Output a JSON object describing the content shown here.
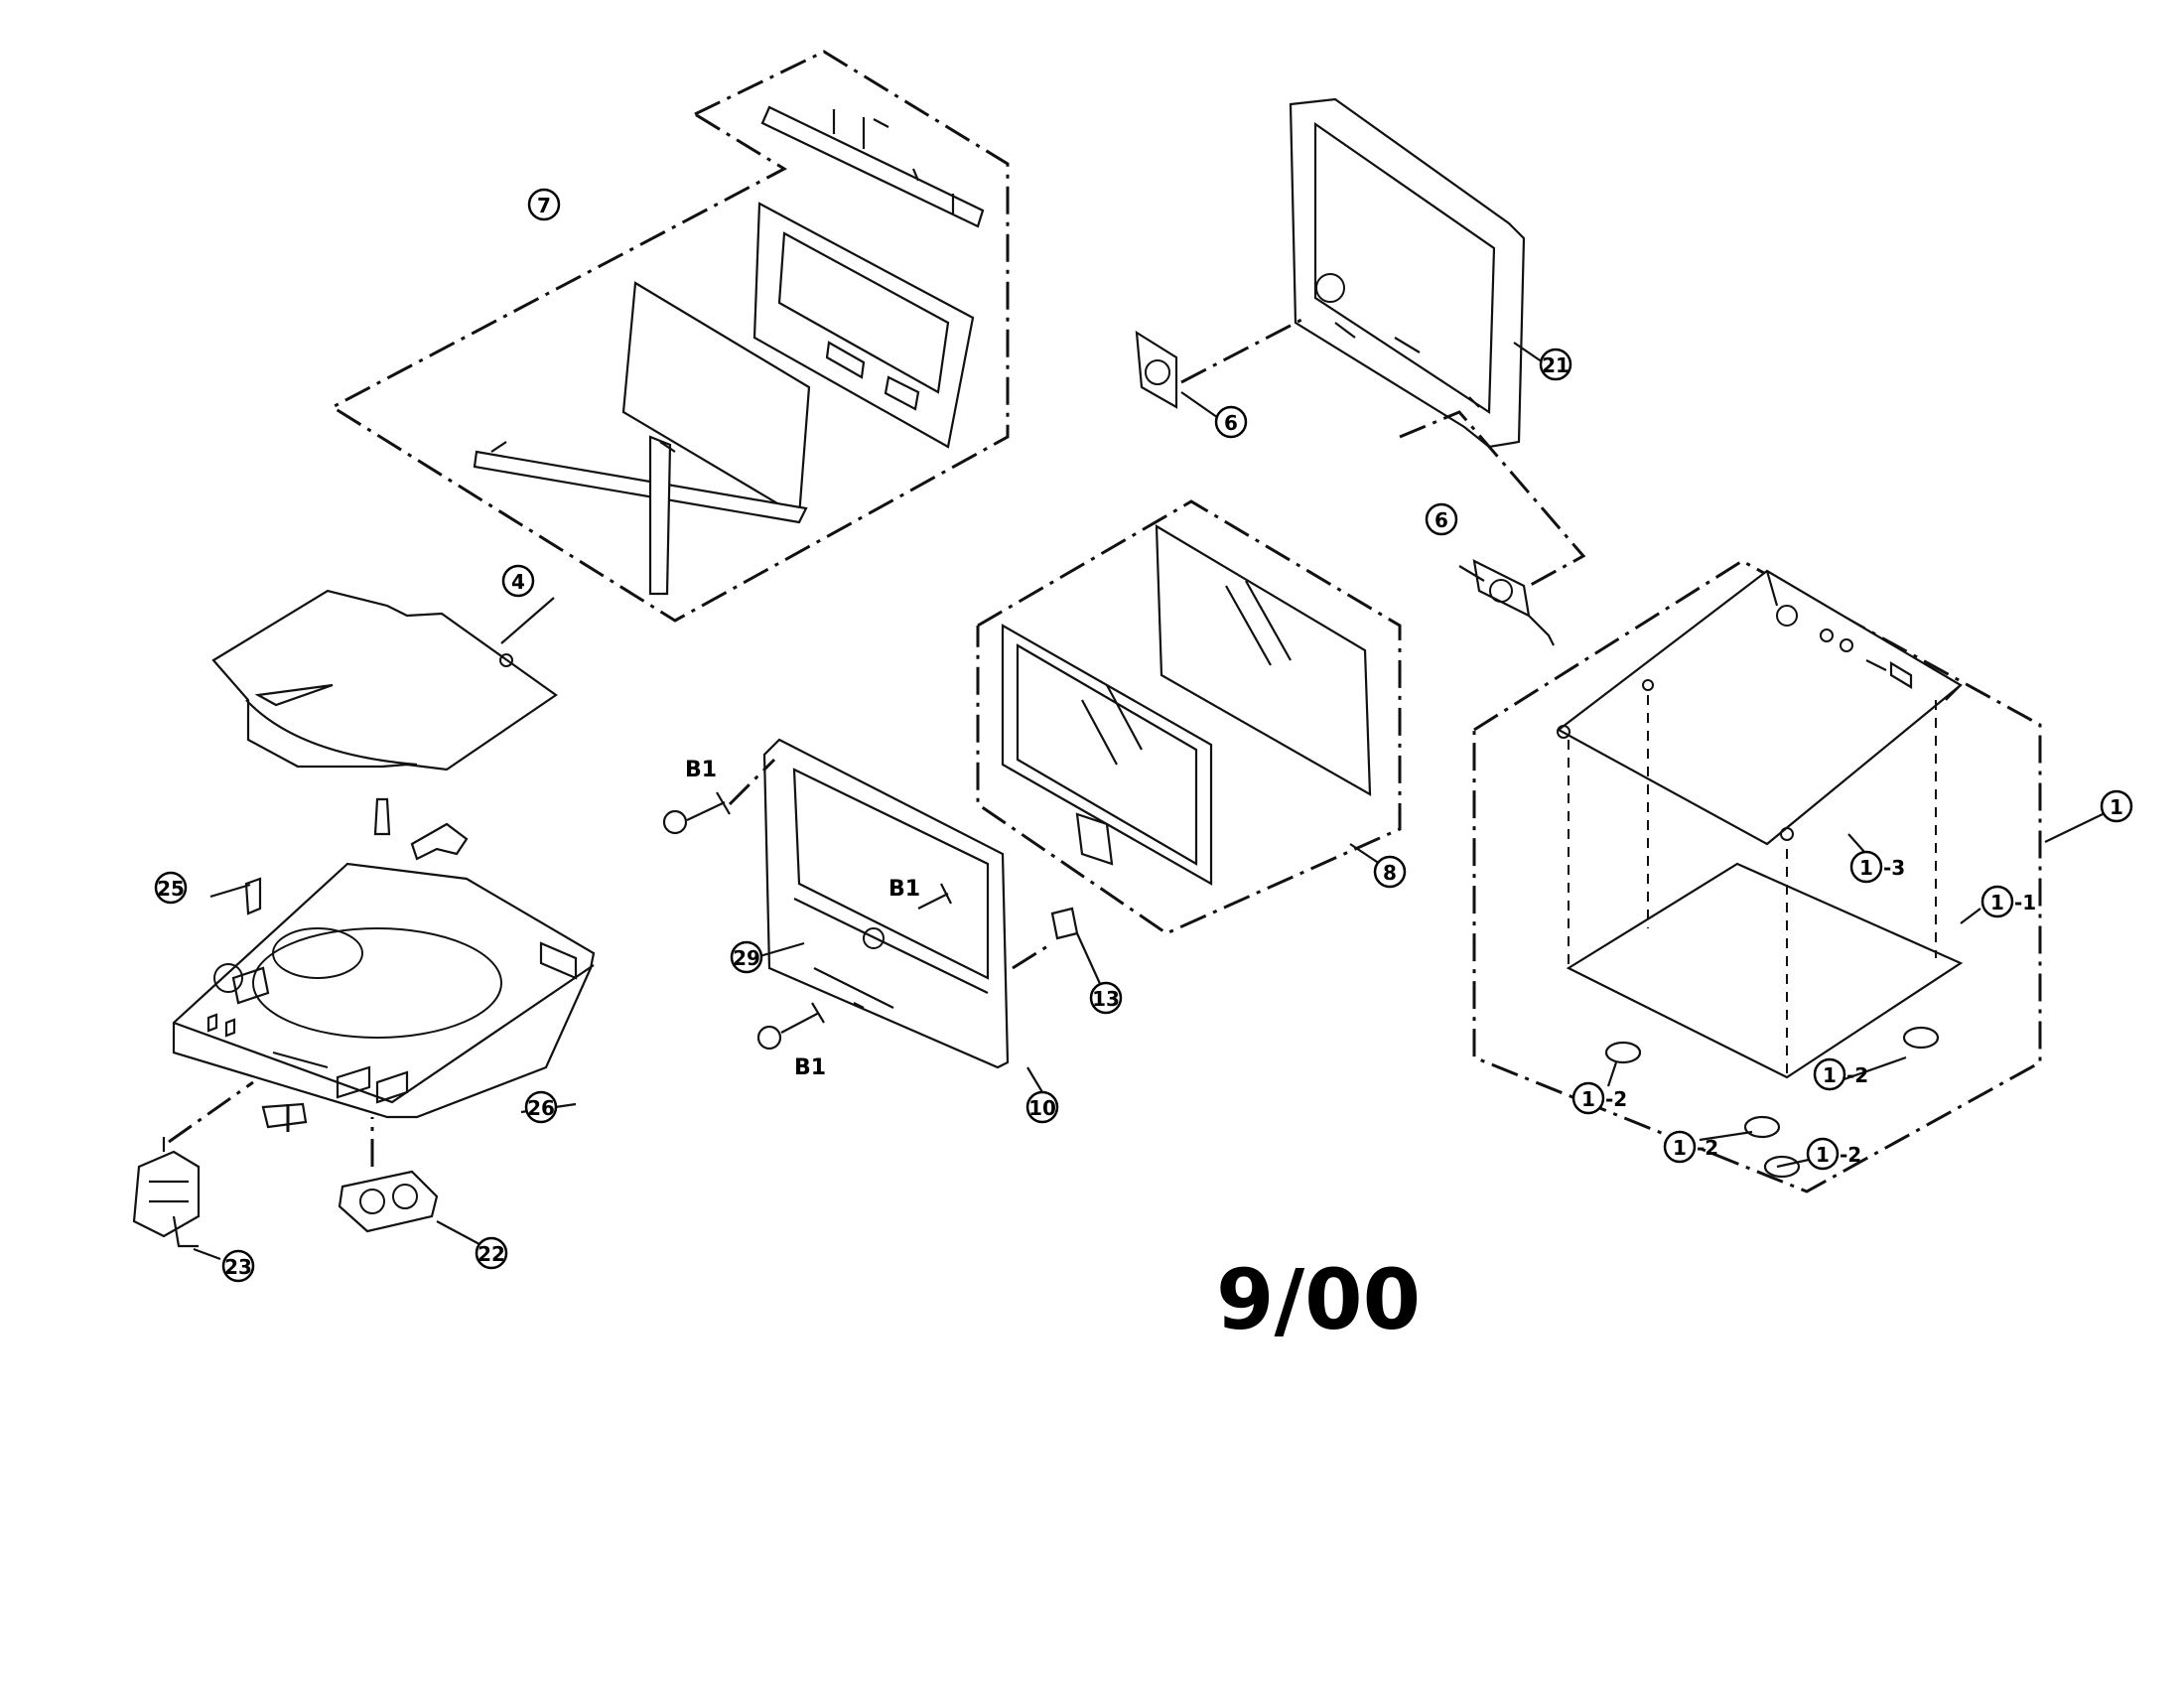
{
  "diagram_date": "9/00",
  "callouts": [
    {
      "id": "c7",
      "number": "7",
      "suffix": ""
    },
    {
      "id": "c4",
      "number": "4",
      "suffix": ""
    },
    {
      "id": "c25",
      "number": "25",
      "suffix": ""
    },
    {
      "id": "c26",
      "number": "26",
      "suffix": ""
    },
    {
      "id": "c23",
      "number": "23",
      "suffix": ""
    },
    {
      "id": "c22",
      "number": "22",
      "suffix": ""
    },
    {
      "id": "c29",
      "number": "29",
      "suffix": ""
    },
    {
      "id": "c10",
      "number": "10",
      "suffix": ""
    },
    {
      "id": "c13",
      "number": "13",
      "suffix": ""
    },
    {
      "id": "c8",
      "number": "8",
      "suffix": ""
    },
    {
      "id": "c21",
      "number": "21",
      "suffix": ""
    },
    {
      "id": "c6a",
      "number": "6",
      "suffix": ""
    },
    {
      "id": "c6b",
      "number": "6",
      "suffix": ""
    },
    {
      "id": "c1",
      "number": "1",
      "suffix": ""
    },
    {
      "id": "c1_3",
      "number": "1",
      "suffix": "-3"
    },
    {
      "id": "c1_1",
      "number": "1",
      "suffix": "-1"
    },
    {
      "id": "c1_2a",
      "number": "1",
      "suffix": "-2"
    },
    {
      "id": "c1_2b",
      "number": "1",
      "suffix": "-2"
    },
    {
      "id": "c1_2c",
      "number": "1",
      "suffix": "-2"
    },
    {
      "id": "c1_2d",
      "number": "1",
      "suffix": "-2"
    }
  ],
  "screw_labels": [
    "B1",
    "B1",
    "B1"
  ]
}
